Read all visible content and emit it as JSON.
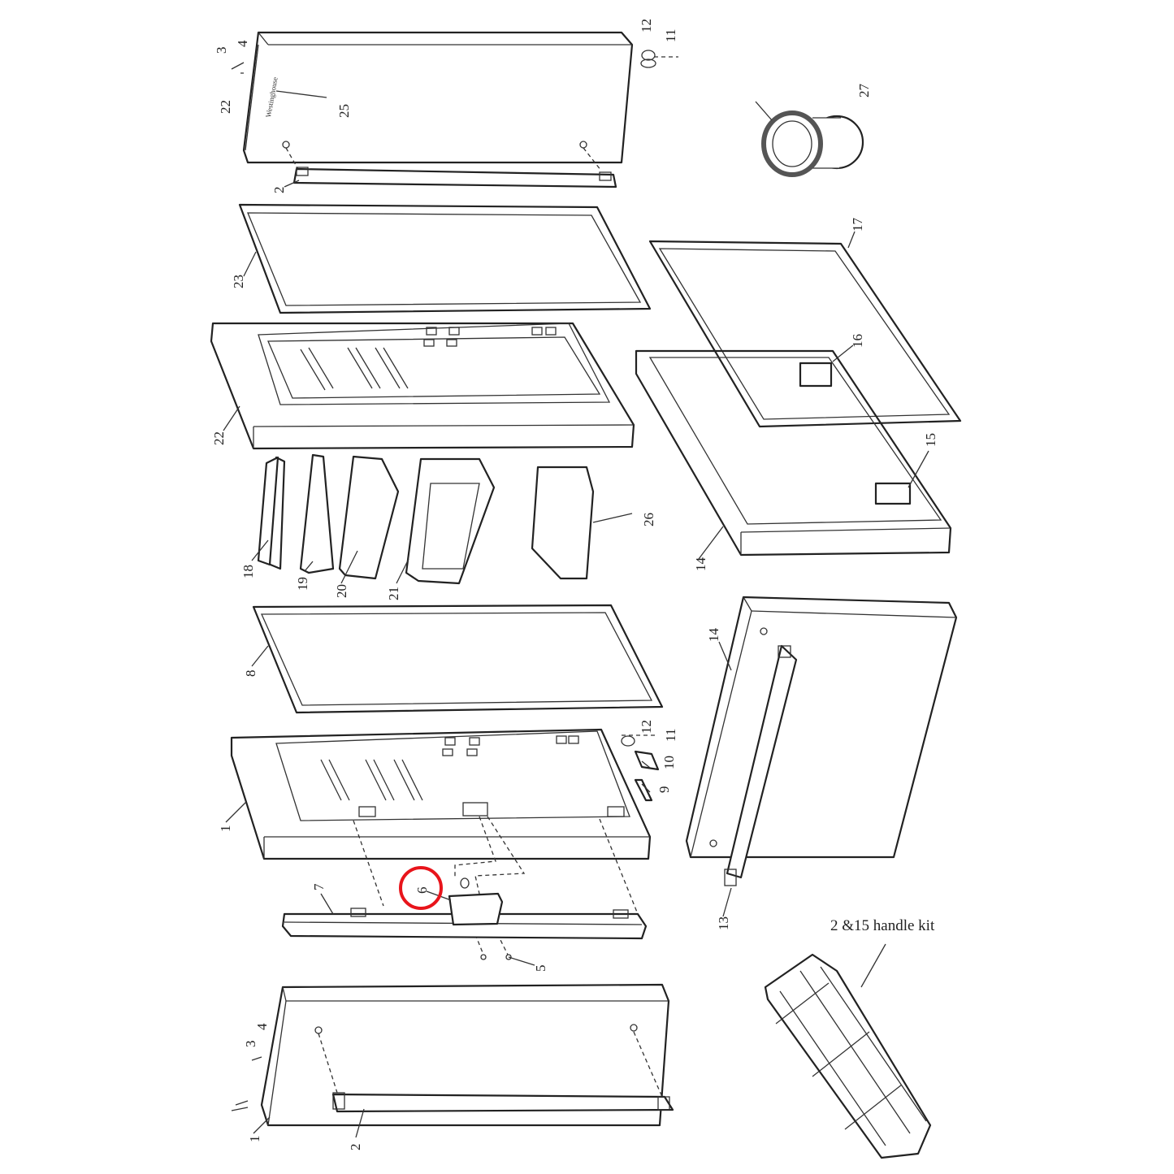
{
  "labels": {
    "l3a": "3",
    "l4a": "4",
    "l22a": "22",
    "l25": "25",
    "l2a": "2",
    "l12a": "12",
    "l11a": "11",
    "l27": "27",
    "l23": "23",
    "l17": "17",
    "l16": "16",
    "l22b": "22",
    "l15": "15",
    "l26": "26",
    "l14a": "14",
    "l18": "18",
    "l19": "19",
    "l20": "20",
    "l21": "21",
    "l8": "8",
    "l14b": "14",
    "l12b": "12",
    "l11b": "11",
    "l10": "10",
    "l9": "9",
    "l1a": "1",
    "l7": "7",
    "l6": "6",
    "l5": "5",
    "l13": "13",
    "l4b": "4",
    "l3b": "3",
    "l1b": "1",
    "l2b": "2"
  },
  "handle_kit_label": "2 &15 handle kit",
  "brand_text": "Westinghouse",
  "highlight": {
    "part": "6",
    "color": "#e8141b"
  }
}
